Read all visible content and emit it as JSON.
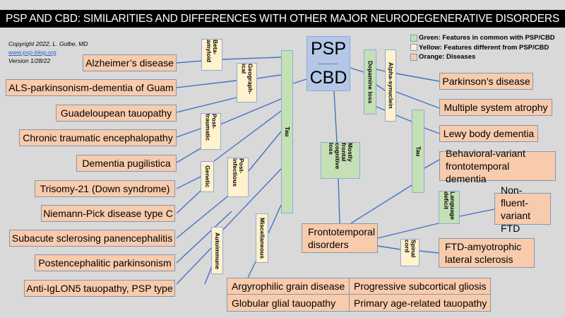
{
  "title": "PSP AND CBD: SIMILARITIES AND DIFFERENCES WITH OTHER MAJOR NEURODEGENERATIVE DISORDERS",
  "credits": {
    "copyright": "Copyright 2022, L. Golbe, MD",
    "link": "www.psp-blog.org",
    "version": "Version 1/28/22"
  },
  "legend": [
    {
      "label": "Green: Features in common with PSP/CBD",
      "color": "#c5e0b4"
    },
    {
      "label": "Yellow: Features different from PSP/CBD",
      "color": "#fff2cc"
    },
    {
      "label": "Orange: Diseases",
      "color": "#f8cbad"
    }
  ],
  "center": {
    "top": "PSP",
    "bottom": "CBD"
  },
  "features": {
    "tau_left": "Tau",
    "dopamine_loss": "Dopamine loss",
    "alpha_synuclein": "Alpha-synuclein",
    "tau_right": "Tau",
    "mostly_frontal": "Mostly frontal cognitive loss",
    "language_deficit": "Language deficit",
    "spinal_cord": "Spinal cord",
    "beta_amyloid": "Beta-amyloid",
    "geographical": "Geograph-ical",
    "post_traumatic": "Post-traumatic",
    "genetic": "Genetic",
    "post_infectious": "Post-infectious",
    "autoimmune": "Autoimmune",
    "miscellaneous": "Miscellaneous"
  },
  "diseases_left": [
    "Alzheimer’s disease",
    "ALS-parkinsonism-dementia of Guam",
    "Guadeloupean tauopathy",
    "Chronic traumatic encephalopathy",
    "Dementia pugilistica",
    "Trisomy-21 (Down syndrome)",
    "Niemann-Pick disease type C",
    "Subacute sclerosing panencephalitis",
    "Postencephalitic parkinsonism",
    "Anti-IgLON5 tauopathy, PSP type"
  ],
  "diseases_right": [
    "Parkinson’s disease",
    "Multiple system atrophy",
    "Lewy body dementia",
    "Behavioral-variant frontotemporal dementia",
    "Non-fluent-variant FTD",
    "FTD-amyotrophic lateral sclerosis"
  ],
  "frontotemporal": "Frontotemporal disorders",
  "miscellaneous_table": [
    "Argyrophilic grain disease",
    "Progressive subcortical gliosis",
    "Globular glial tauopathy",
    "Primary age-related tauopathy"
  ]
}
